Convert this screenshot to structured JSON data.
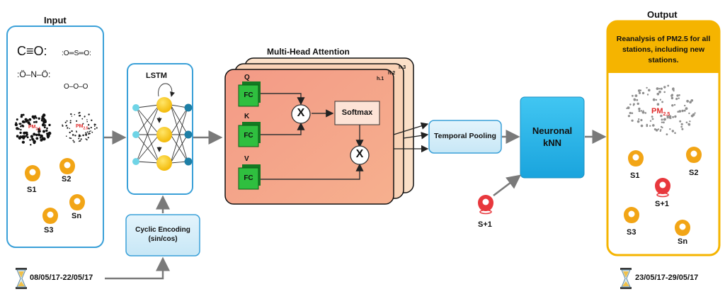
{
  "input": {
    "title": "Input",
    "molecules": [
      "C≡O:",
      ":O═S═O:",
      ":Ö–N–Ö:",
      "O–O–O"
    ],
    "pm_label": "PM",
    "pm_sub": "2.5",
    "stations": [
      "S1",
      "S2",
      "S3",
      "Sn"
    ]
  },
  "lstm": {
    "title": "LSTM"
  },
  "cyclic": {
    "line1": "Cyclic Encoding",
    "line2": "(sin/cos)"
  },
  "input_dates": "08/05/17-22/05/17",
  "mha": {
    "title": "Multi-Head Attention",
    "heads": [
      "h.1",
      "h.2",
      "h.3"
    ],
    "q": "Q",
    "k": "K",
    "v": "V",
    "fc": "FC",
    "softmax": "Softmax",
    "multiply": "X"
  },
  "temporal_pooling": "Temporal Pooling",
  "knn": {
    "line1": "Neuronal",
    "line2": "kNN"
  },
  "new_station": "S+1",
  "output": {
    "title": "Output",
    "header": "Reanalysis of PM2.5 for all stations, including new stations.",
    "pm_label": "PM",
    "pm_sub": "2.5",
    "stations": [
      "S1",
      "S2",
      "S+1",
      "S3",
      "Sn"
    ]
  },
  "output_dates": "23/05/17-29/05/17",
  "colors": {
    "input_border": "#3aa0d8",
    "output_border": "#f5b400",
    "attention_fill": "#f4a58a",
    "fc_fill": "#2fbf3f",
    "knn_fill": "#2fb6ea",
    "pin_orange": "#f2a516",
    "pin_red": "#e8383d"
  }
}
